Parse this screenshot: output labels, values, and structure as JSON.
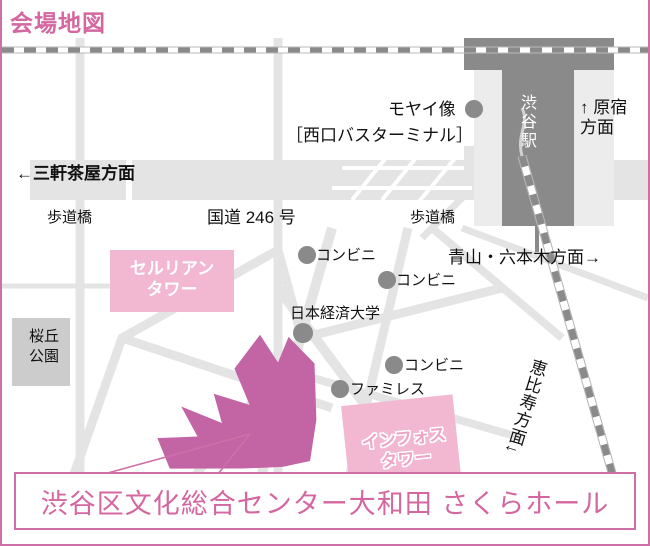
{
  "page": {
    "title": "会場地図",
    "title_color": "#d4679f",
    "frame_color": "#cf6fa8"
  },
  "map": {
    "station": {
      "name": "渋谷駅",
      "color": "#8a8a8a",
      "text_color": "#ffffff"
    },
    "roads": {
      "route_246_label": "国道 246 号",
      "overpass_west_label": "歩道橋",
      "overpass_east_label": "歩道橋",
      "road_color": "#e4e4e4",
      "band_color": "#e4e4e4"
    },
    "directions": [
      {
        "name": "sangenjaya",
        "label": "←三軒茶屋方面"
      },
      {
        "name": "harajuku",
        "label_line1": "↑ 原宿",
        "label_line2": "方面"
      },
      {
        "name": "aoyama-roppongi",
        "label": "青山・六本木方面→"
      },
      {
        "name": "ebisu",
        "label": "恵比寿方面↓"
      }
    ],
    "landmarks": [
      {
        "name": "moyai-statue",
        "label": "モヤイ像",
        "marker": "dot"
      },
      {
        "name": "west-bus-terminal",
        "label": "［西口バスターミナル］",
        "marker": "none"
      },
      {
        "name": "convenience-store-1",
        "label": "コンビニ",
        "marker": "dot"
      },
      {
        "name": "convenience-store-2",
        "label": "コンビニ",
        "marker": "dot"
      },
      {
        "name": "nihon-keizai-university",
        "label": "日本経済大学",
        "marker": "dot"
      },
      {
        "name": "convenience-store-3",
        "label": "コンビニ",
        "marker": "dot"
      },
      {
        "name": "family-restaurant",
        "label": "ファミレス",
        "marker": "dot"
      },
      {
        "name": "sakuragaoka-park",
        "label_line1": "桜丘",
        "label_line2": "公園",
        "marker": "block"
      }
    ],
    "buildings": [
      {
        "name": "cerulean-tower",
        "label_line1": "セルリアン",
        "label_line2": "タワー",
        "fill": "#f2b8d2",
        "text_color": "#ffffff"
      },
      {
        "name": "infoss-tower",
        "label_line1": "インフォス",
        "label_line2": "タワー",
        "fill": "#f2b8d2",
        "text_color": "#efa4c6"
      }
    ],
    "venue_marker": {
      "name": "venue-arrow",
      "color": "#c364a4"
    },
    "marker_dot_color": "#8a8a8a",
    "railway_color": "#8a8a8a"
  },
  "caption": {
    "text": "渋谷区文化総合センター大和田 さくらホール",
    "color": "#d4679f"
  }
}
